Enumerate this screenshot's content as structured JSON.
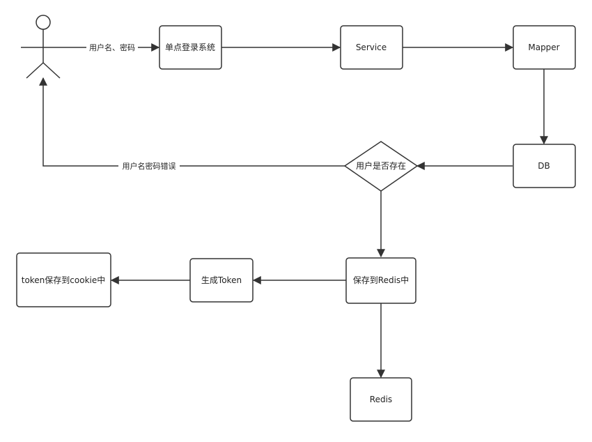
{
  "nodes": {
    "sso": "单点登录系统",
    "service": "Service",
    "mapper": "Mapper",
    "db": "DB",
    "decision": "用户是否存在",
    "save_redis": "保存到Redis中",
    "gen_token": "生成Token",
    "token_cookie": "token保存到cookie中",
    "redis": "Redis"
  },
  "edges": {
    "user_to_sso": "用户名、密码",
    "decision_to_user": "用户名密码错误"
  },
  "colors": {
    "stroke": "#333333",
    "background": "#ffffff"
  }
}
